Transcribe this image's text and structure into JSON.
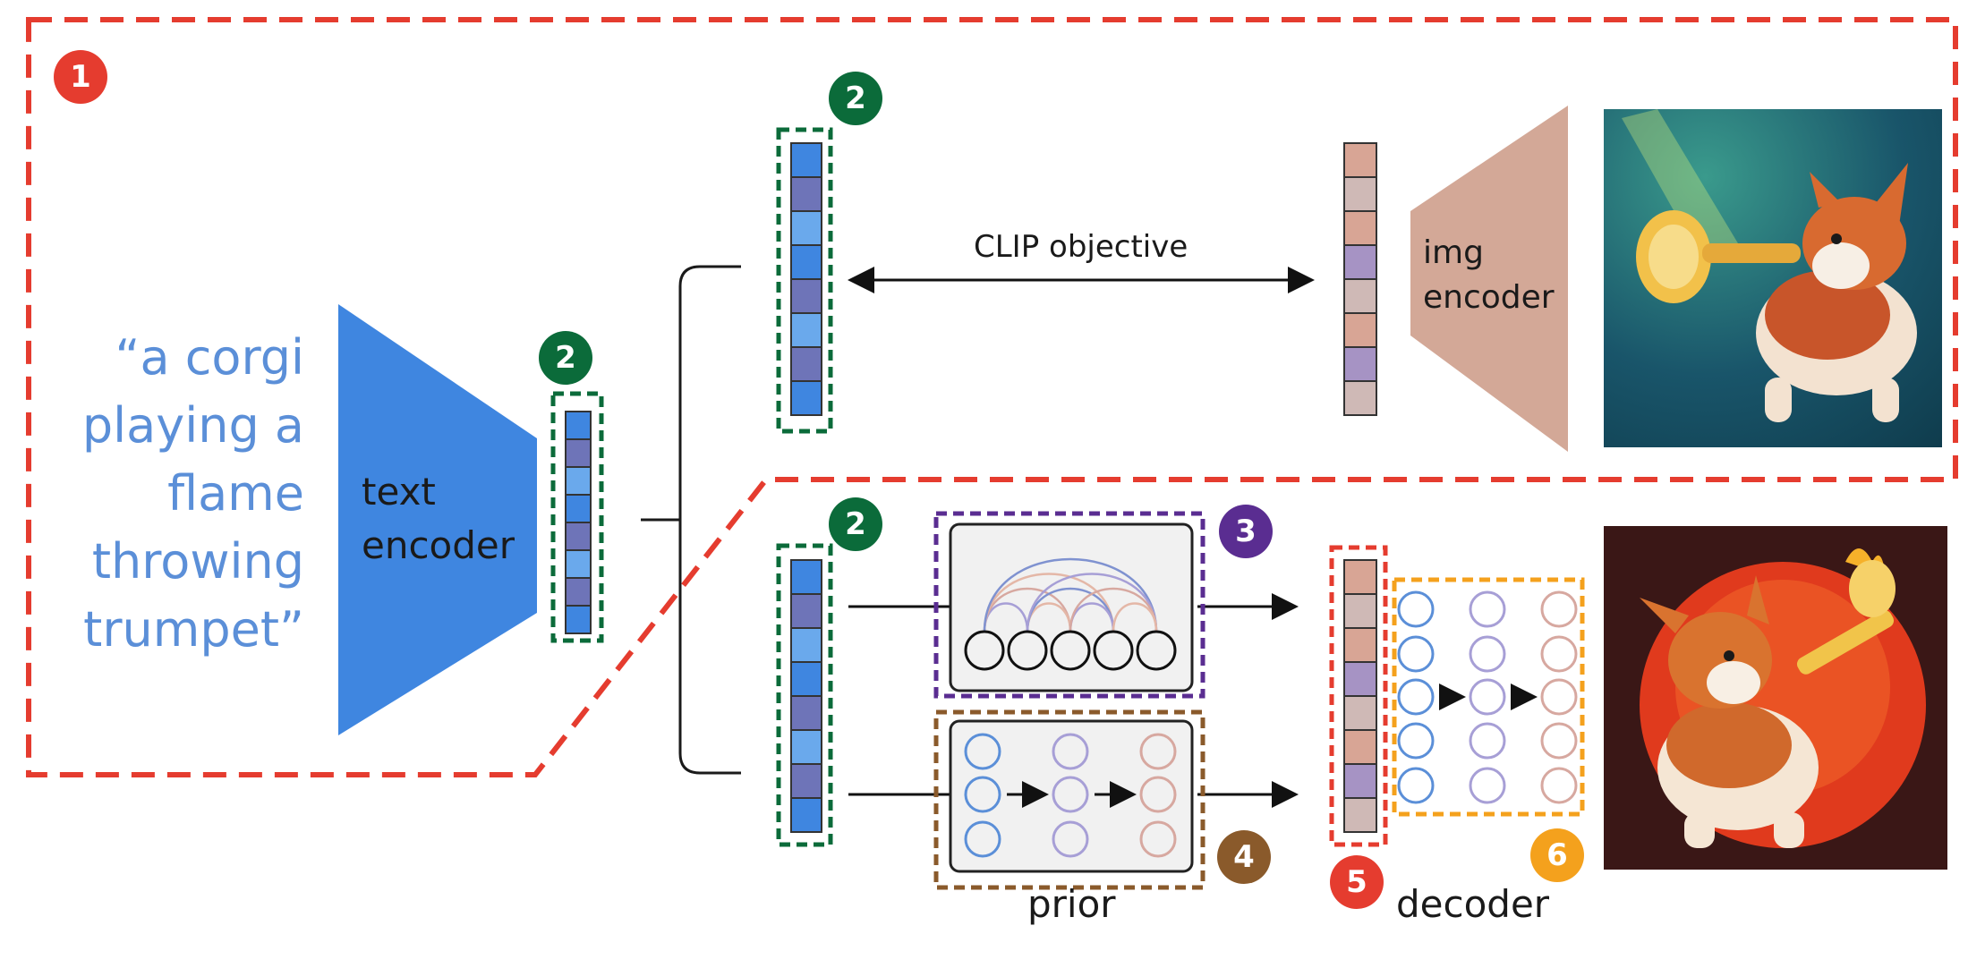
{
  "caption": {
    "lines": [
      "“a corgi",
      "playing a",
      "flame",
      "throwing",
      "trumpet”"
    ]
  },
  "labels": {
    "text_encoder": [
      "text",
      "encoder"
    ],
    "img_encoder": [
      "img",
      "encoder"
    ],
    "clip_objective": "CLIP objective",
    "prior": "prior",
    "decoder": "decoder"
  },
  "badges": {
    "b1": "1",
    "b2": "2",
    "b3": "3",
    "b4": "4",
    "b5": "5",
    "b6": "6"
  },
  "colors": {
    "caption_text": "#5b8fd8",
    "text_encoder": "#3f86e0",
    "img_encoder": "#d3a897",
    "region_red": "#e53c2f",
    "region_green": "#0b6b3a",
    "region_purple": "#5a2d91",
    "region_brown": "#8a5a2b",
    "region_orange": "#f4a11d",
    "text_embedding_cells": [
      "#3f86e0",
      "#6e74b8",
      "#6aa9ec",
      "#3f86e0",
      "#6e74b8",
      "#6aa9ec",
      "#6e74b8",
      "#3f86e0"
    ],
    "image_embedding_cells": [
      "#d8a595",
      "#cfb9b6",
      "#d8a595",
      "#a693c4",
      "#cfb9b6",
      "#d8a595",
      "#a693c4",
      "#cfb9b6"
    ]
  },
  "icons": {
    "top_image": "corgi-trumpet-image",
    "bottom_image": "corgi-trombone-image"
  }
}
